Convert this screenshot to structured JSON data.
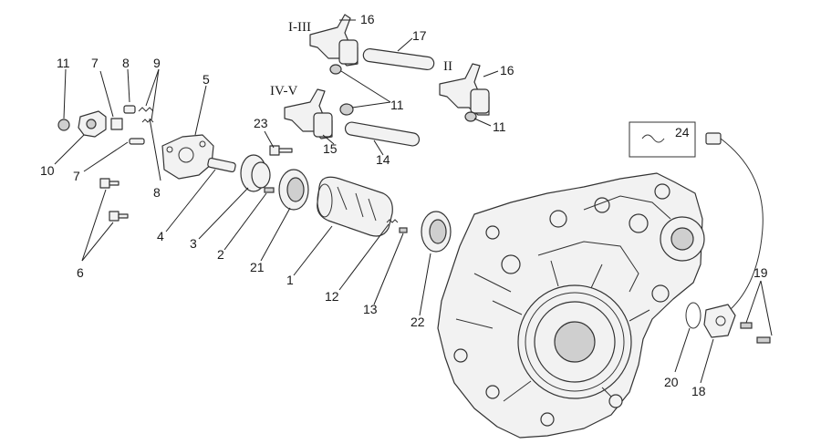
{
  "group_labels": {
    "fork_1_3": "I-III",
    "fork_2": "II",
    "fork_4_5": "IV-V"
  },
  "callouts": {
    "c1": "1",
    "c2": "2",
    "c3": "3",
    "c4": "4",
    "c5": "5",
    "c6": "6",
    "c7a": "7",
    "c7b": "7",
    "c8a": "8",
    "c8b": "8",
    "c9": "9",
    "c10": "10",
    "c11a": "11",
    "c11b": "11",
    "c11c": "11",
    "c12": "12",
    "c13": "13",
    "c14": "14",
    "c15": "15",
    "c16a": "16",
    "c16b": "16",
    "c17": "17",
    "c18": "18",
    "c19": "19",
    "c20": "20",
    "c21": "21",
    "c22": "22",
    "c23": "23",
    "c24": "24"
  }
}
